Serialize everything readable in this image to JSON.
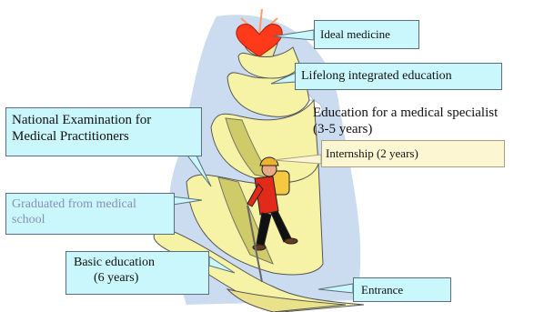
{
  "callouts": {
    "ideal_medicine": "Ideal medicine",
    "lifelong": "Lifelong integrated  education",
    "specialist_line1": "Education for a medical specialist",
    "specialist_line2": "(3-5 years)",
    "internship": "Internship (2 years)",
    "national_exam_line1": "National Examination for",
    "national_exam_line2": "Medical Practitioners",
    "graduated_line1": "Graduated from medical",
    "graduated_line2": "school",
    "basic_line1": "Basic education",
    "basic_line2": "(6 years)",
    "entrance": "Entrance"
  },
  "colors": {
    "callout_fill": "#c9f7fb",
    "internship_fill": "#fdf6d2",
    "graduated_text": "#8a8fb5",
    "heart": "#ff3a1a",
    "path": "#f6f3a6",
    "backdrop": "#c2d6ee"
  }
}
